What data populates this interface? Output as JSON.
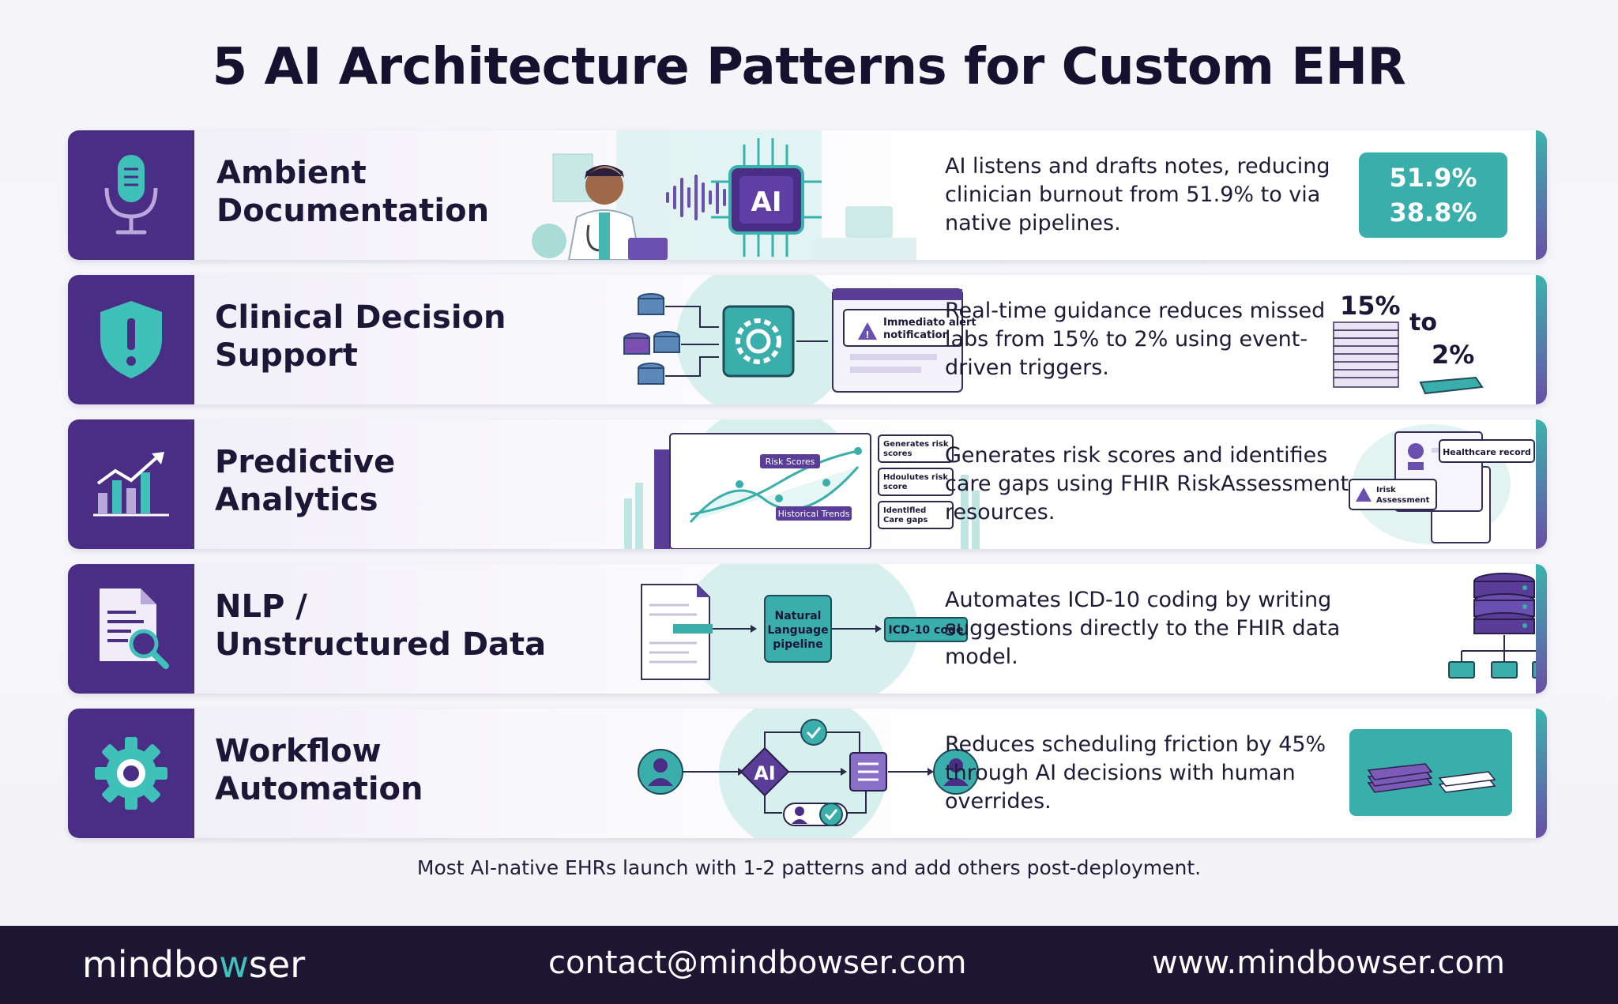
{
  "title": "5 AI Architecture Patterns for Custom EHR",
  "patterns": [
    {
      "name": "Ambient\nDocumentation",
      "description": "AI listens and drafts notes, reducing clinician burnout from 51.9% to via native pipelines.",
      "icon": "microphone-icon",
      "illustration": {
        "chip_label": "AI"
      },
      "metric": {
        "from": "51.9%",
        "to": "38.8%"
      }
    },
    {
      "name": "Clinical Decision\nSupport",
      "description": "Real-time guidance reduces missed labs from 15% to 2% using event-driven triggers.",
      "icon": "shield-alert-icon",
      "illustration": {
        "alert_text": "Immediato alert notification"
      },
      "metric": {
        "from": "15%",
        "connector": "to",
        "to": "2%"
      }
    },
    {
      "name": "Predictive\nAnalytics",
      "description": "Generates risk scores and identifies care gaps using FHIR RiskAssessment resources.",
      "icon": "bar-chart-trend-icon",
      "illustration": {
        "tag_risk": "Risk Scores",
        "tag_trends": "Historical Trends",
        "side_items": [
          "Generates risk scores",
          "Hdoulutes risk score",
          "Identlfled Care gaps"
        ]
      },
      "metric": {
        "record_label": "Healthcare record",
        "assessment_label": "Irisk Assessment"
      }
    },
    {
      "name": "NLP /\nUnstructured Data",
      "description": "Automates ICD-10 coding by writing suggestions directly to the FHIR data model.",
      "icon": "document-search-icon",
      "illustration": {
        "pipeline_label": "Natural Language pipeline",
        "code_label": "ICD-10 code"
      },
      "metric": {}
    },
    {
      "name": "Workflow\nAutomation",
      "description": "Reduces scheduling friction by 45% through AI decisions with human overrides.",
      "icon": "gear-icon",
      "illustration": {
        "decision_label": "AI"
      },
      "metric": {}
    }
  ],
  "caption": "Most AI-native EHRs launch with 1-2 patterns and add others post-deployment.",
  "footer": {
    "logo_pre": "mindbo",
    "logo_w": "w",
    "logo_post": "ser",
    "email": "contact@mindbowser.com",
    "website": "www.mindbowser.com"
  },
  "colors": {
    "purple": "#4a2d84",
    "teal": "#3aaeaa",
    "dark": "#1d1734"
  }
}
